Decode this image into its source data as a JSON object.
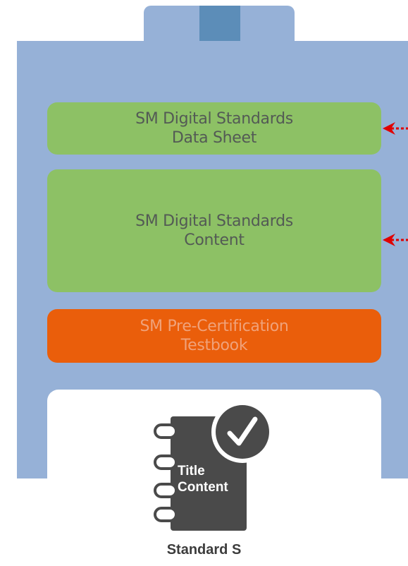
{
  "colors": {
    "panel": "#96b1d7",
    "tab_connector": "#5c8db8",
    "green_block": "#8dc165",
    "green_text": "#535a55",
    "orange_block": "#ea5e0b",
    "orange_text": "#f0a27a",
    "arrow": "#e00000",
    "icon_dark": "#4a4a4a"
  },
  "blocks": [
    {
      "line1": "SM Digital Standards",
      "line2": "Data Sheet",
      "variant": "green"
    },
    {
      "line1": "SM Digital Standards",
      "line2": "Content",
      "variant": "green"
    },
    {
      "line1": "SM Pre-Certification",
      "line2": "Testbook",
      "variant": "orange"
    }
  ],
  "document_icon": {
    "icon": "checked-notebook-icon",
    "line1": "Title",
    "line2": "Content"
  },
  "caption": "Standard S"
}
